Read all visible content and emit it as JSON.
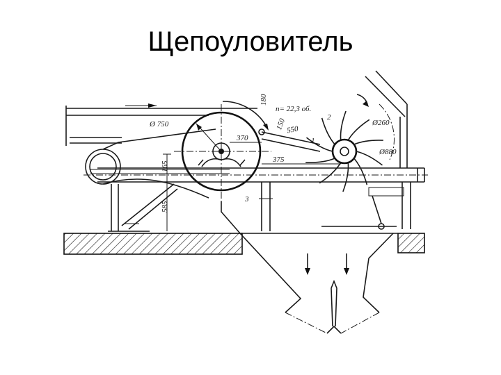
{
  "title": "Щепоуловитель",
  "labels": {
    "rpm": "n= 22,3 об.",
    "d750": "Ø 750",
    "d260": "Ø260",
    "d880": "Ø880",
    "l180": "180",
    "l150": "150",
    "l550": "550",
    "l370": "370",
    "l375": "375",
    "l165": "165",
    "l585": "585",
    "n1": "1",
    "n2": "2",
    "n3": "3"
  }
}
